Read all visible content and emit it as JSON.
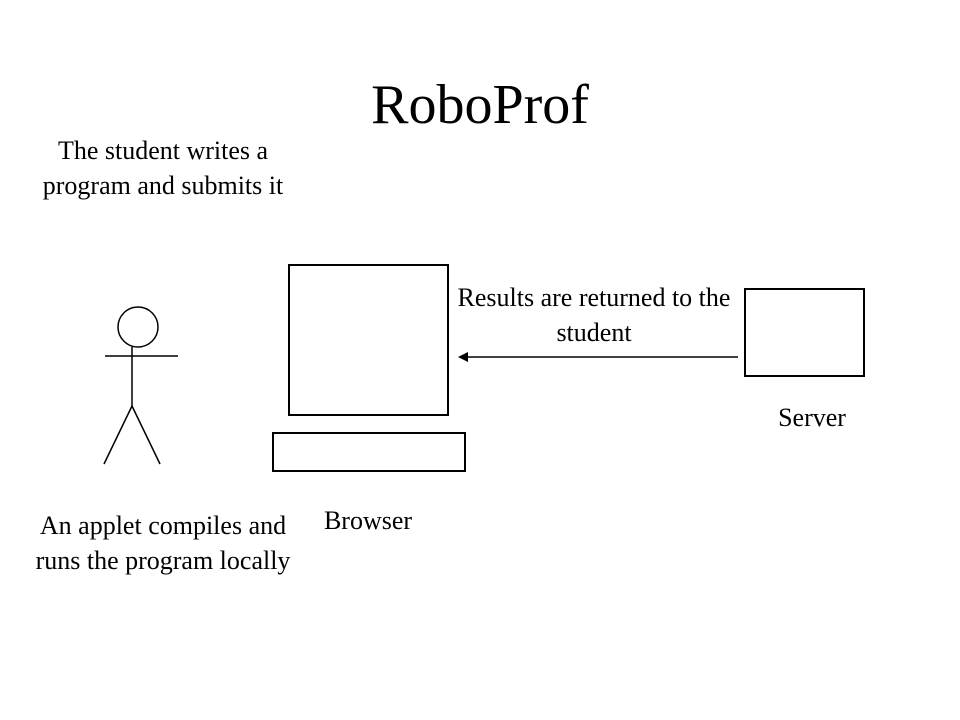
{
  "title": "RoboProf",
  "student_note": "The student writes a program and submits it",
  "applet_note": "An applet compiles and runs the program locally",
  "results_note": "Results are returned to the student",
  "browser_label": "Browser",
  "server_label": "Server",
  "colors": {
    "stroke": "#000000",
    "background": "#ffffff"
  }
}
